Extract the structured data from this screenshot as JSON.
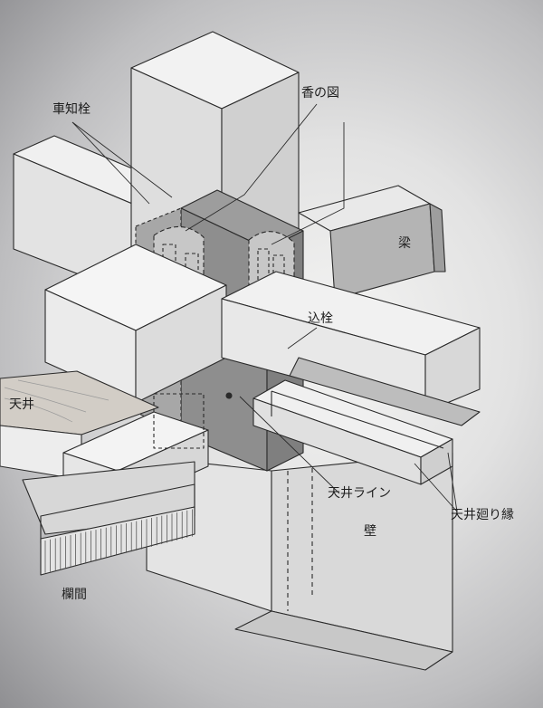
{
  "labels": {
    "kurumachisen": "車知栓",
    "kounozu": "香の図",
    "hari": "梁",
    "komisen": "込栓",
    "tenjo": "天井",
    "tenjo_line": "天井ライン",
    "tenjo_mawaribuchi": "天井廻り縁",
    "kabe": "壁",
    "ranma": "欄間"
  },
  "colors": {
    "stroke": "#2a2a2a",
    "face_light": "#ececec",
    "face_mid": "#d4d4d4",
    "face_dark": "#a9a9a9",
    "joint_block": "#8c8c8c"
  }
}
